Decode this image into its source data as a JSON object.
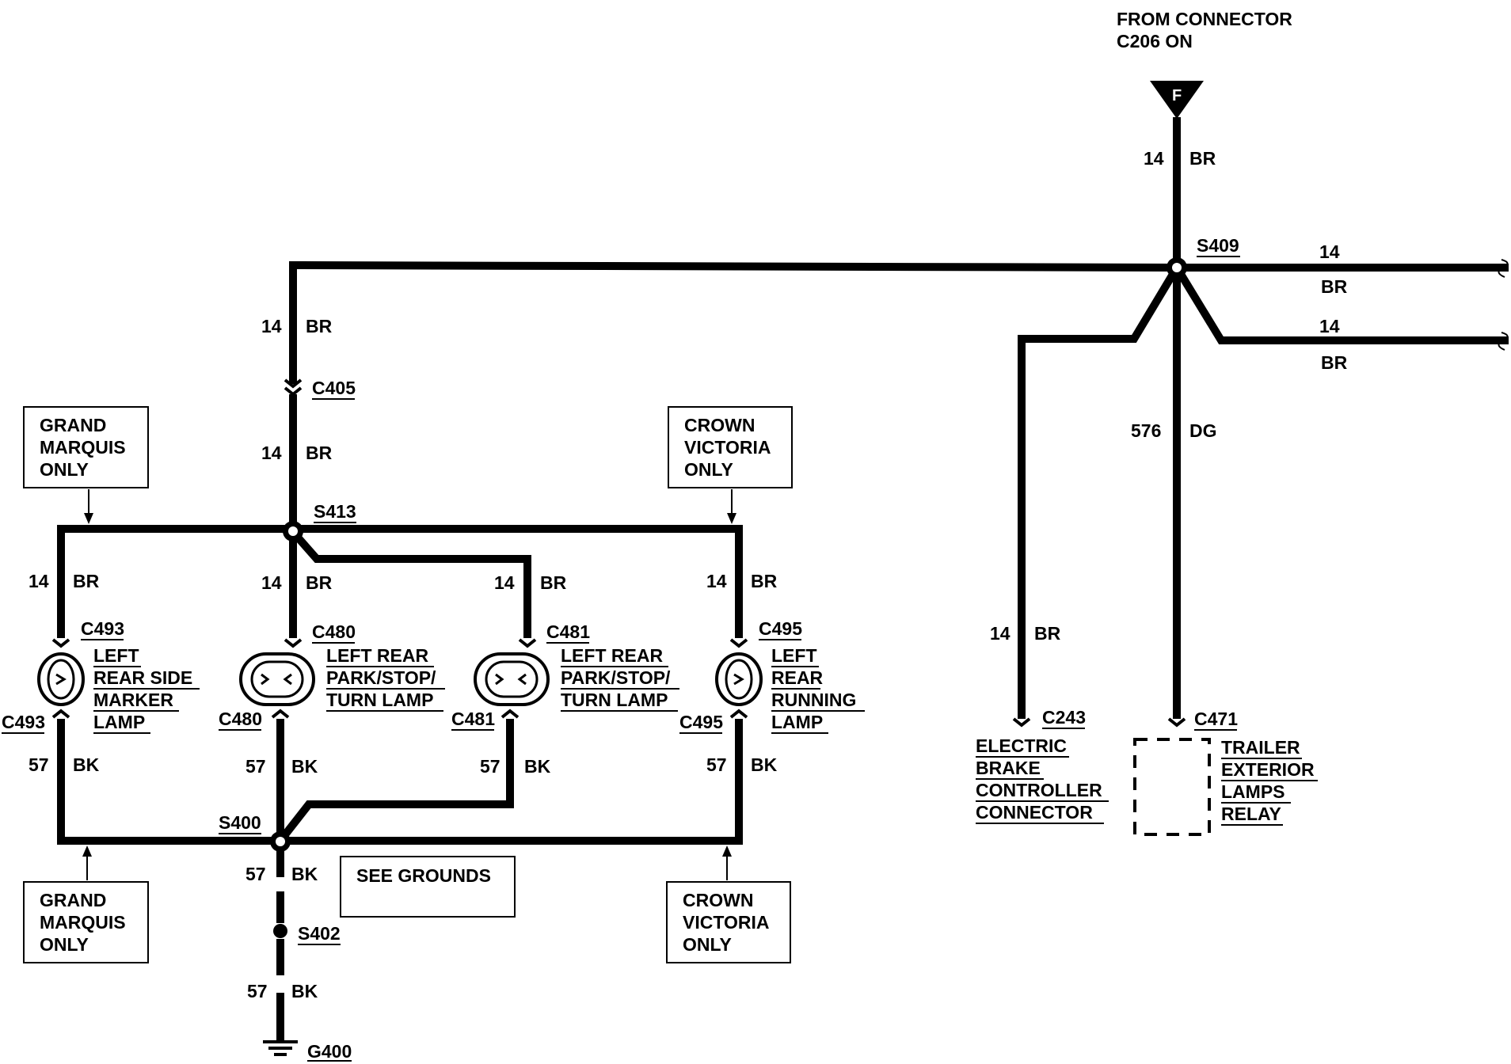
{
  "source": {
    "line1": "FROM CONNECTOR",
    "line2": "C206 ON",
    "connector_letter": "F"
  },
  "wires": {
    "top_in": {
      "gauge": "14",
      "color": "BR"
    },
    "right_upper": {
      "gauge": "14",
      "color": "BR"
    },
    "right_lower": {
      "gauge": "14",
      "color": "BR"
    },
    "left_feed": {
      "gauge": "14",
      "color": "BR"
    },
    "left_feed_lower": {
      "gauge": "14",
      "color": "BR"
    },
    "c493_top": {
      "gauge": "14",
      "color": "BR"
    },
    "c480_top": {
      "gauge": "14",
      "color": "BR"
    },
    "c481_top": {
      "gauge": "14",
      "color": "BR"
    },
    "c495_top": {
      "gauge": "14",
      "color": "BR"
    },
    "c493_bot": {
      "gauge": "57",
      "color": "BK"
    },
    "c480_bot": {
      "gauge": "57",
      "color": "BK"
    },
    "c481_bot": {
      "gauge": "57",
      "color": "BK"
    },
    "c495_bot": {
      "gauge": "57",
      "color": "BK"
    },
    "ground_upper": {
      "gauge": "57",
      "color": "BK"
    },
    "ground_lower": {
      "gauge": "57",
      "color": "BK"
    },
    "brake": {
      "gauge": "14",
      "color": "BR"
    },
    "relay": {
      "gauge": "576",
      "color": "DG"
    }
  },
  "splices": {
    "s409": "S409",
    "s413": "S413",
    "s400": "S400",
    "s402": "S402"
  },
  "connectors": {
    "c405": "C405",
    "c493_top": "C493",
    "c493_bot": "C493",
    "c480_top": "C480",
    "c480_bot": "C480",
    "c481_top": "C481",
    "c481_bot": "C481",
    "c495_top": "C495",
    "c495_bot": "C495",
    "c243": "C243",
    "c471": "C471",
    "g400": "G400"
  },
  "components": {
    "c493": [
      "LEFT",
      "REAR SIDE",
      "MARKER",
      "LAMP"
    ],
    "c480": [
      "LEFT REAR",
      "PARK/STOP/",
      "TURN LAMP"
    ],
    "c481": [
      "LEFT REAR",
      "PARK/STOP/",
      "TURN LAMP"
    ],
    "c495": [
      "LEFT",
      "REAR",
      "RUNNING",
      "LAMP"
    ],
    "brake": [
      "ELECTRIC",
      "BRAKE",
      "CONTROLLER",
      "CONNECTOR"
    ],
    "relay": [
      "TRAILER",
      "EXTERIOR",
      "LAMPS",
      "RELAY"
    ]
  },
  "notes": {
    "gm_top": [
      "GRAND",
      "MARQUIS",
      "ONLY"
    ],
    "cv_top": [
      "CROWN",
      "VICTORIA",
      "ONLY"
    ],
    "gm_bot": [
      "GRAND",
      "MARQUIS",
      "ONLY"
    ],
    "cv_bot": [
      "CROWN",
      "VICTORIA",
      "ONLY"
    ],
    "see_grounds": "SEE GROUNDS"
  },
  "icons": [
    "source-connector-icon",
    "splice-icon",
    "connector-pin-icon",
    "lamp-icon",
    "ground-icon",
    "wire-break-icon",
    "relay-dashed-box-icon"
  ]
}
